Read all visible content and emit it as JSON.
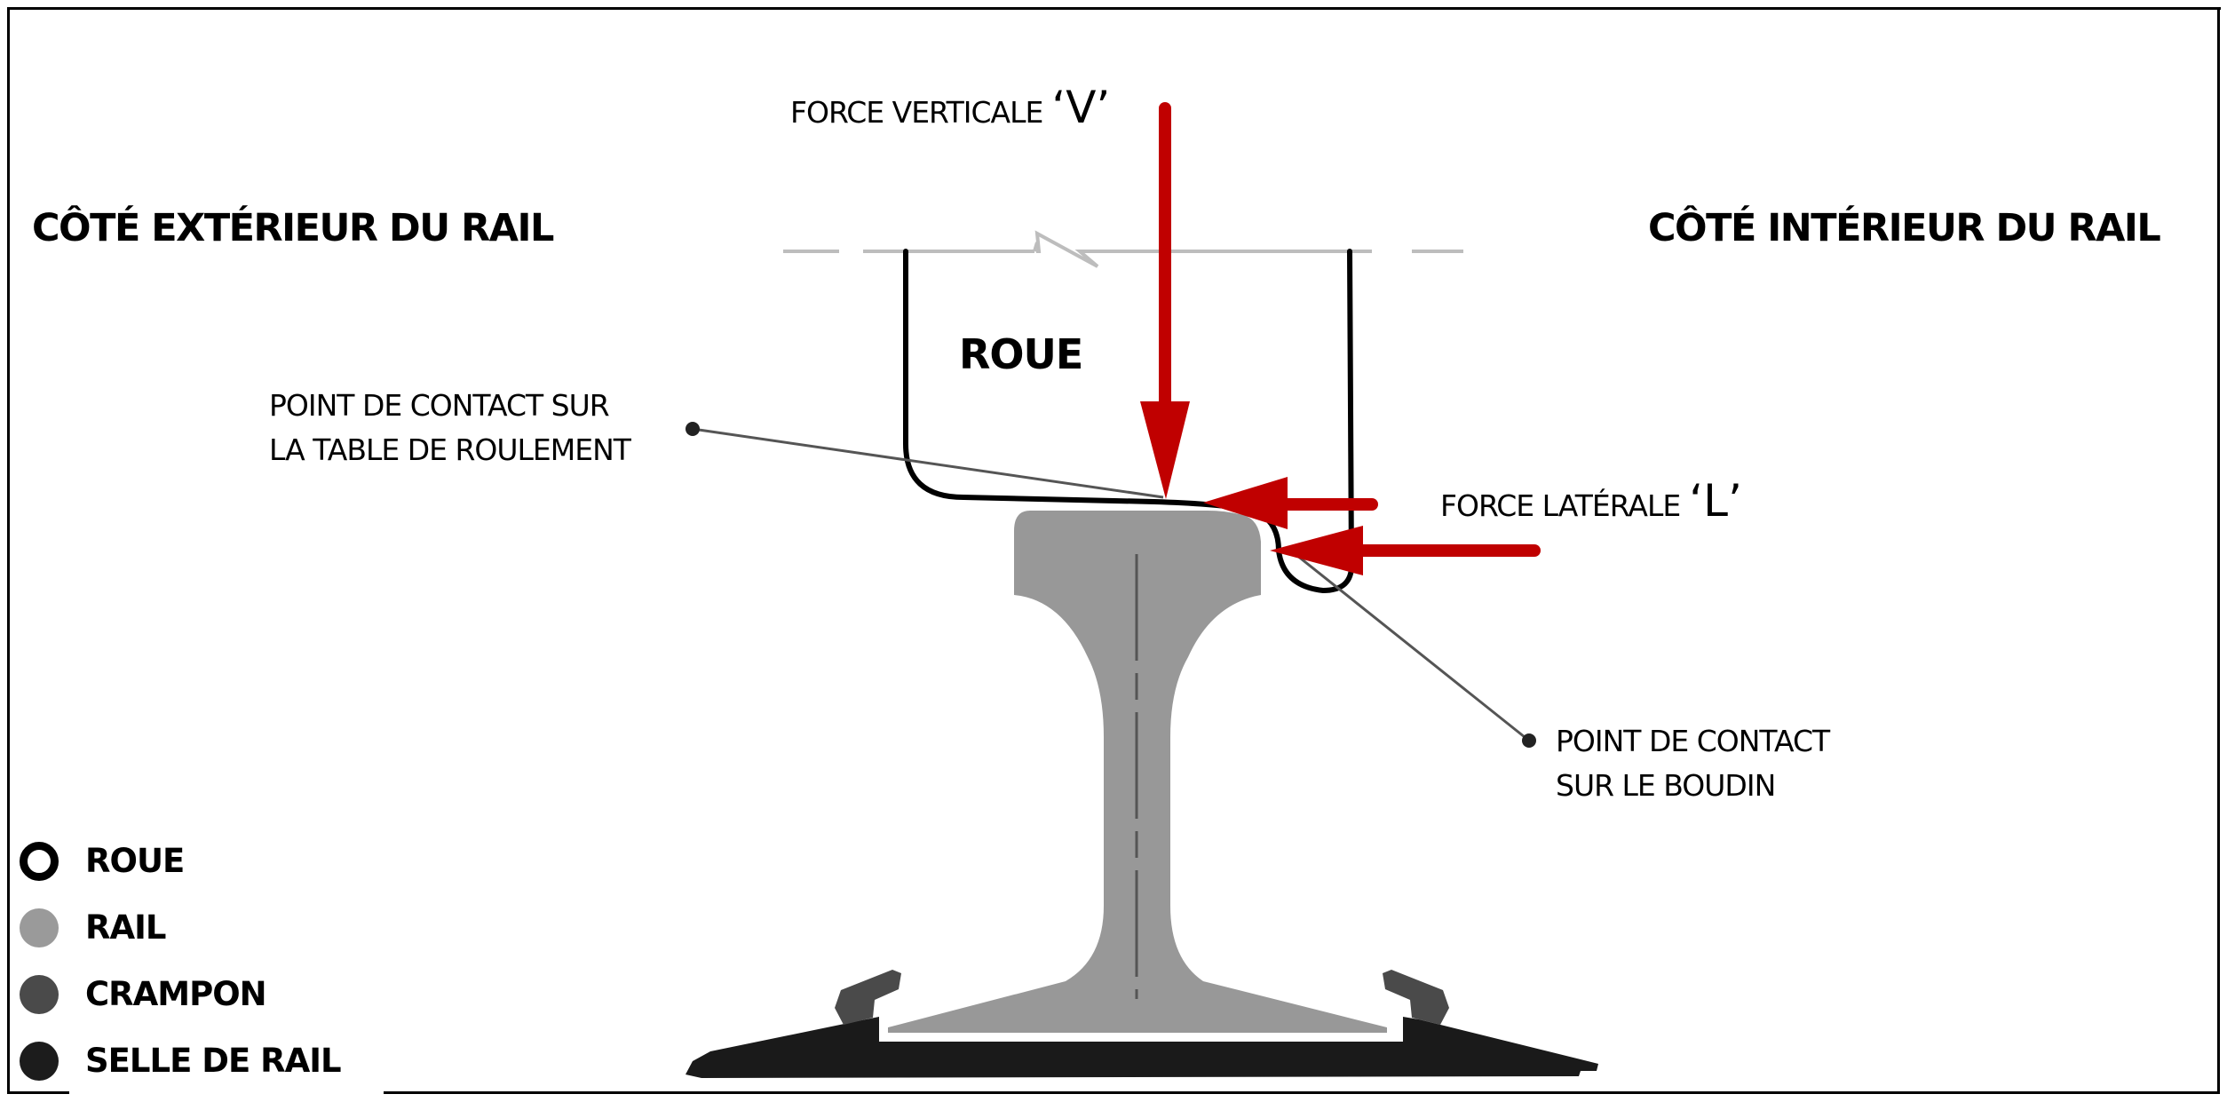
{
  "sides": {
    "exterior": "CÔTÉ EXTÉRIEUR DU RAIL",
    "interior": "CÔTÉ INTÉRIEUR DU RAIL"
  },
  "forces": {
    "vertical": {
      "label": "FORCE VERTICALE",
      "symbol": "‘V’"
    },
    "lateral": {
      "label": "FORCE LATÉRALE",
      "symbol": "‘L’"
    }
  },
  "wheel_label": "ROUE",
  "callouts": {
    "tread_contact": {
      "line1": "POINT DE CONTACT SUR",
      "line2": "LA TABLE DE ROULEMENT"
    },
    "flange_contact": {
      "line1": "POINT DE CONTACT",
      "line2": "SUR LE BOUDIN"
    }
  },
  "legend": [
    {
      "label": "ROUE",
      "icon": "ring-icon",
      "fill": "#ffffff",
      "stroke": "#000000"
    },
    {
      "label": "RAIL",
      "icon": "circle-icon",
      "fill": "#9a9a9a",
      "stroke": "#9a9a9a"
    },
    {
      "label": "CRAMPON",
      "icon": "circle-icon",
      "fill": "#4a4a4a",
      "stroke": "#4a4a4a"
    },
    {
      "label": "SELLE DE RAIL",
      "icon": "circle-icon",
      "fill": "#1c1c1c",
      "stroke": "#1c1c1c"
    }
  ],
  "colors": {
    "force_arrow": "#c00000",
    "rail": "#989898",
    "spike": "#4a4a4a",
    "tie_plate": "#1a1a1a",
    "wheel_outline": "#000000"
  }
}
